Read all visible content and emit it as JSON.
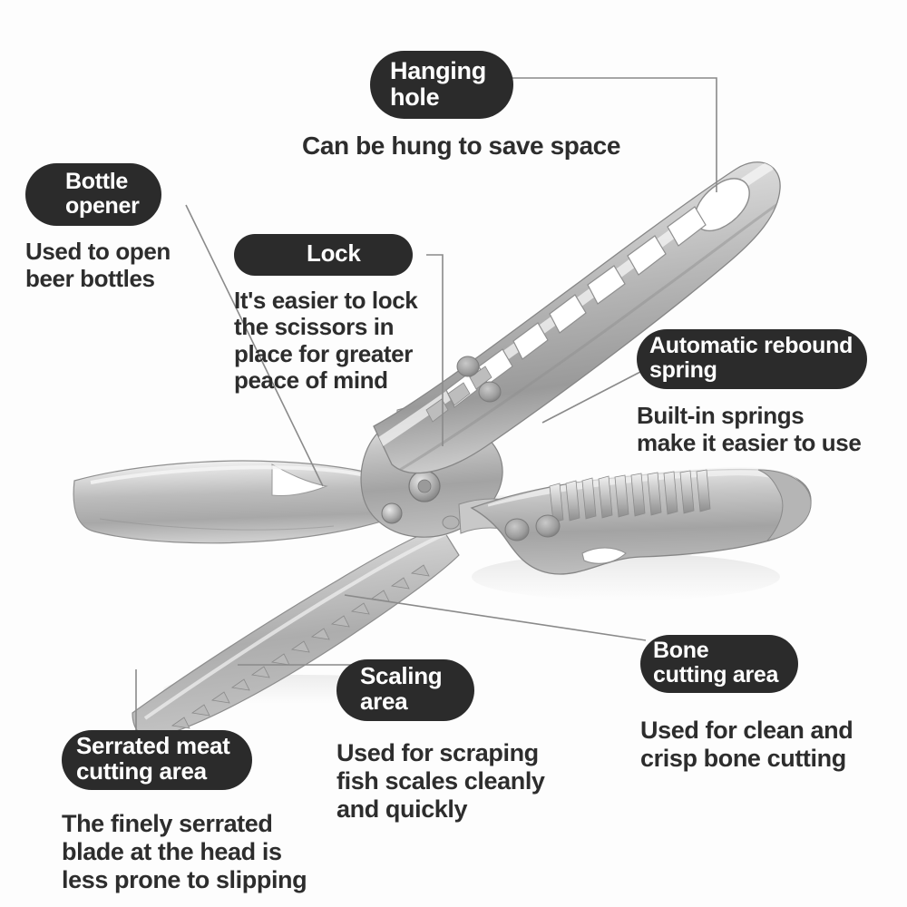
{
  "page": {
    "title": "Kitchen shears product feature infographic",
    "background_color": "#fdfdfd",
    "pill_color": "#2b2b2b",
    "pill_text_color": "#ffffff",
    "description_text_color": "#2d2d2d",
    "leader_line_color": "#8a8a8a"
  },
  "callouts": [
    {
      "id": "hanging-hole",
      "label": "Hanging\nhole",
      "description": "Can be hung to save space"
    },
    {
      "id": "bottle-opener",
      "label": "Bottle\nopener",
      "description": "Used to open\nbeer bottles"
    },
    {
      "id": "lock",
      "label": "Lock",
      "description": "It's easier to lock\nthe scissors in\nplace for greater\npeace of mind"
    },
    {
      "id": "automatic-rebound-spring",
      "label": "Automatic rebound\nspring",
      "description": "Built-in springs\nmake it easier to use"
    },
    {
      "id": "bone-cutting-area",
      "label": "Bone\ncutting area",
      "description": "Used for clean and\ncrisp bone cutting"
    },
    {
      "id": "scaling-area",
      "label": "Scaling\narea",
      "description": "Used for scraping\nfish scales cleanly\nand quickly"
    },
    {
      "id": "serrated-meat-cutting-area",
      "label": "Serrated meat\ncutting area",
      "description": "The finely serrated\nblade at the head is\nless prone to slipping"
    }
  ],
  "product": {
    "name": "heavy-duty kitchen scissors",
    "material_appearance": "brushed stainless steel",
    "parts": [
      "upper handle with hanging hole",
      "finger grip cutouts",
      "upper blade",
      "lower serrated blade",
      "pivot bolt",
      "lock latch",
      "rebound spring",
      "lower ridged handle",
      "bottle opener notch"
    ]
  }
}
